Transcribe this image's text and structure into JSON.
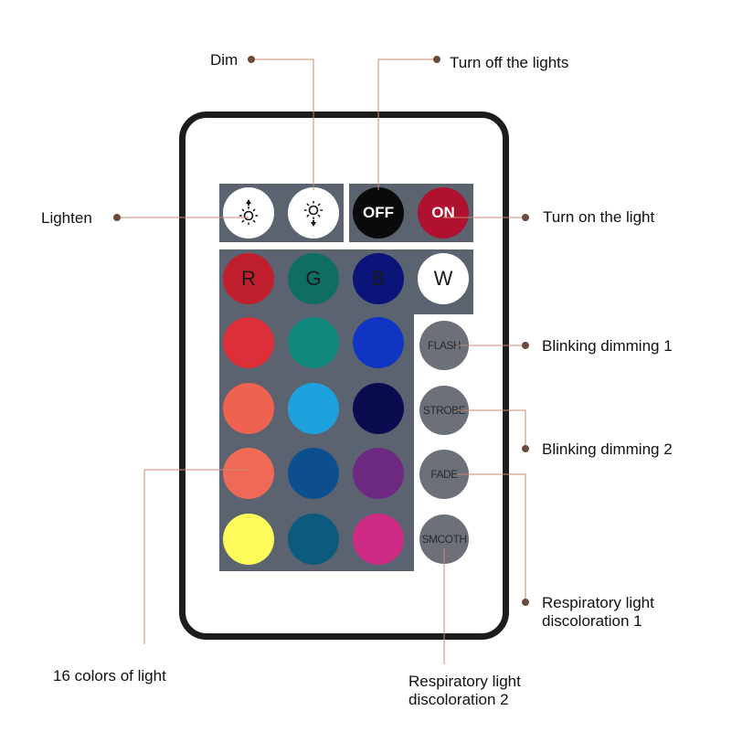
{
  "callouts": {
    "dim": "Dim",
    "turn_off": "Turn off the lights",
    "lighten": "Lighten",
    "turn_on": "Turn on the light",
    "blinking_1": "Blinking dimming 1",
    "blinking_2": "Blinking dimming 2",
    "respiratory_1": "Respiratory light discoloration 1",
    "respiratory_2": "Respiratory light discoloration 2",
    "colors": "16 colors of light"
  },
  "buttons": {
    "brighten_icon": "sun-up-icon",
    "dim_icon": "sun-down-icon",
    "off": "OFF",
    "on": "ON",
    "r": "R",
    "g": "G",
    "b": "B",
    "w": "W",
    "flash": "FLASH",
    "strobe": "STROBE",
    "fade": "FADE",
    "smooth": "SMCOTH"
  },
  "colors": {
    "panel": "#5b6371",
    "off_button": "#0a0a0a",
    "on_button": "#b0112e",
    "mode_button": "#6b7079",
    "r": "#c0202e",
    "g": "#0f6e62",
    "b": "#0b1478",
    "w": "#ffffff",
    "grid": [
      [
        "#dd2f39",
        "#10877d",
        "#0f35c2"
      ],
      [
        "#ef6151",
        "#1ea2de",
        "#0b0b50"
      ],
      [
        "#ee6a56",
        "#0c4f8f",
        "#6d2982"
      ],
      [
        "#fdfb5a",
        "#0c5b7f",
        "#ce2c84"
      ]
    ],
    "leader": "#c98a6e",
    "dot": "#6e4a3a"
  }
}
